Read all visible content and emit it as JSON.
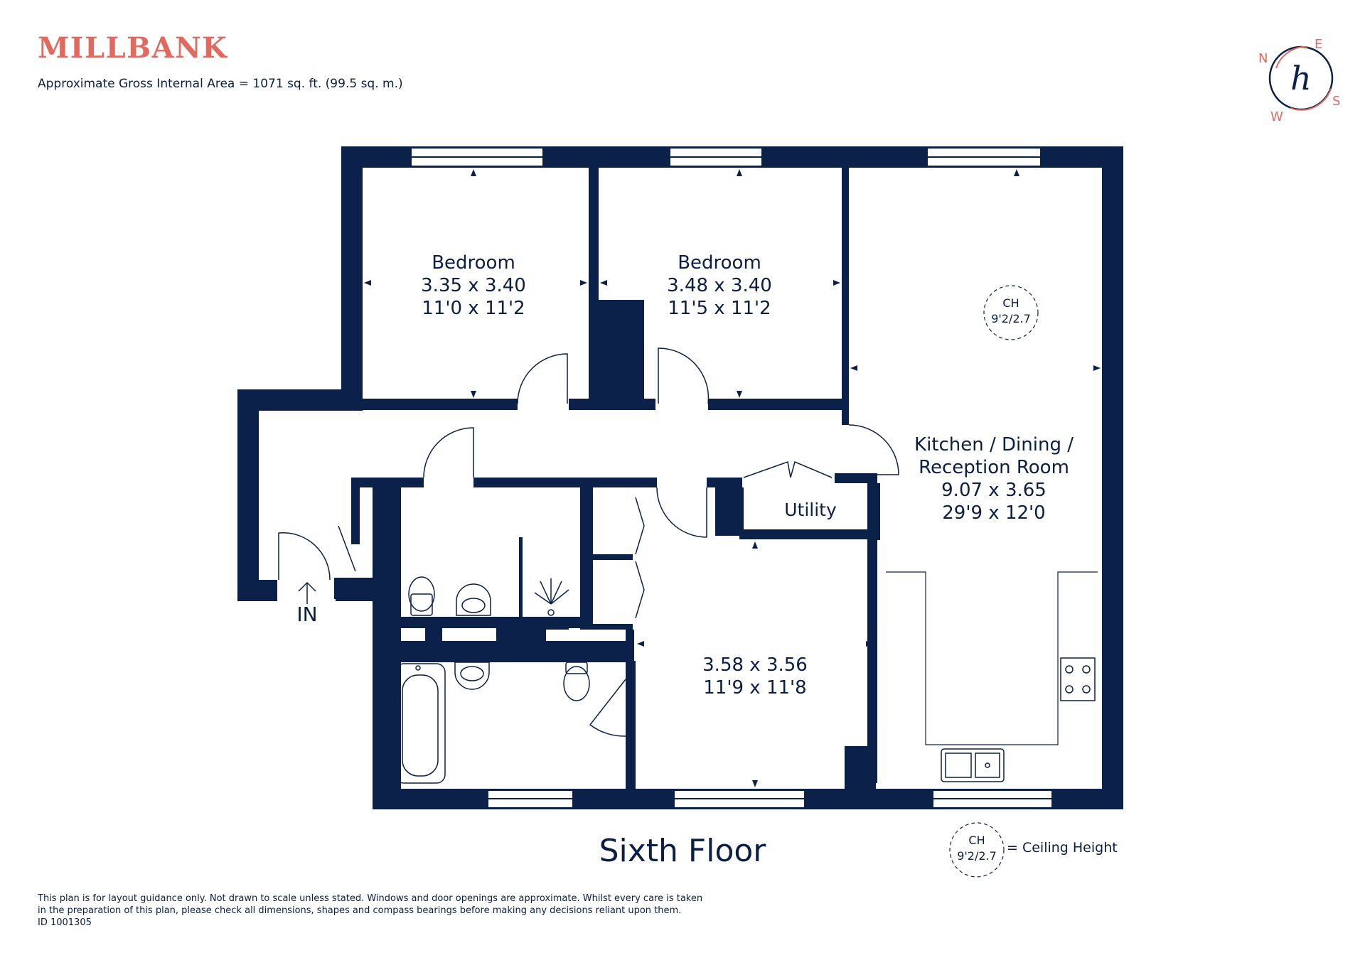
{
  "header": {
    "brand": "MILLBANK",
    "area_label": "Approximate Gross Internal Area  = 1071 sq. ft. (99.5 sq. m.)"
  },
  "compass": {
    "n": "N",
    "e": "E",
    "s": "S",
    "w": "W",
    "logo_glyph": "h"
  },
  "rooms": {
    "bedroom1": {
      "name": "Bedroom",
      "metric": "3.35 x 3.40",
      "imperial": "11'0 x 11'2"
    },
    "bedroom2": {
      "name": "Bedroom",
      "metric": "3.48 x 3.40",
      "imperial": "11'5 x 11'2"
    },
    "kitchen": {
      "line1": "Kitchen / Dining /",
      "line2": "Reception Room",
      "metric": "9.07 x 3.65",
      "imperial": "29'9 x 12'0"
    },
    "utility": {
      "name": "Utility"
    },
    "room3": {
      "metric": "3.58 x 3.56",
      "imperial": "11'9 x 11'8"
    }
  },
  "entrance": {
    "label": "IN"
  },
  "ceiling": {
    "abbr": "CH",
    "value": "9'2/2.7",
    "legend_label": "= Ceiling Height"
  },
  "floor_title": "Sixth Floor",
  "footer": {
    "line1": "This plan is for layout guidance only. Not drawn to scale unless stated. Windows and door openings are approximate. Whilst every care is taken",
    "line2": "in the preparation of this plan, please check all dimensions, shapes and compass bearings before making any decisions reliant upon them.",
    "id": "ID 1001305"
  },
  "colors": {
    "wall": "#0b2149",
    "brand": "#e06a60",
    "text": "#0b1f44"
  }
}
